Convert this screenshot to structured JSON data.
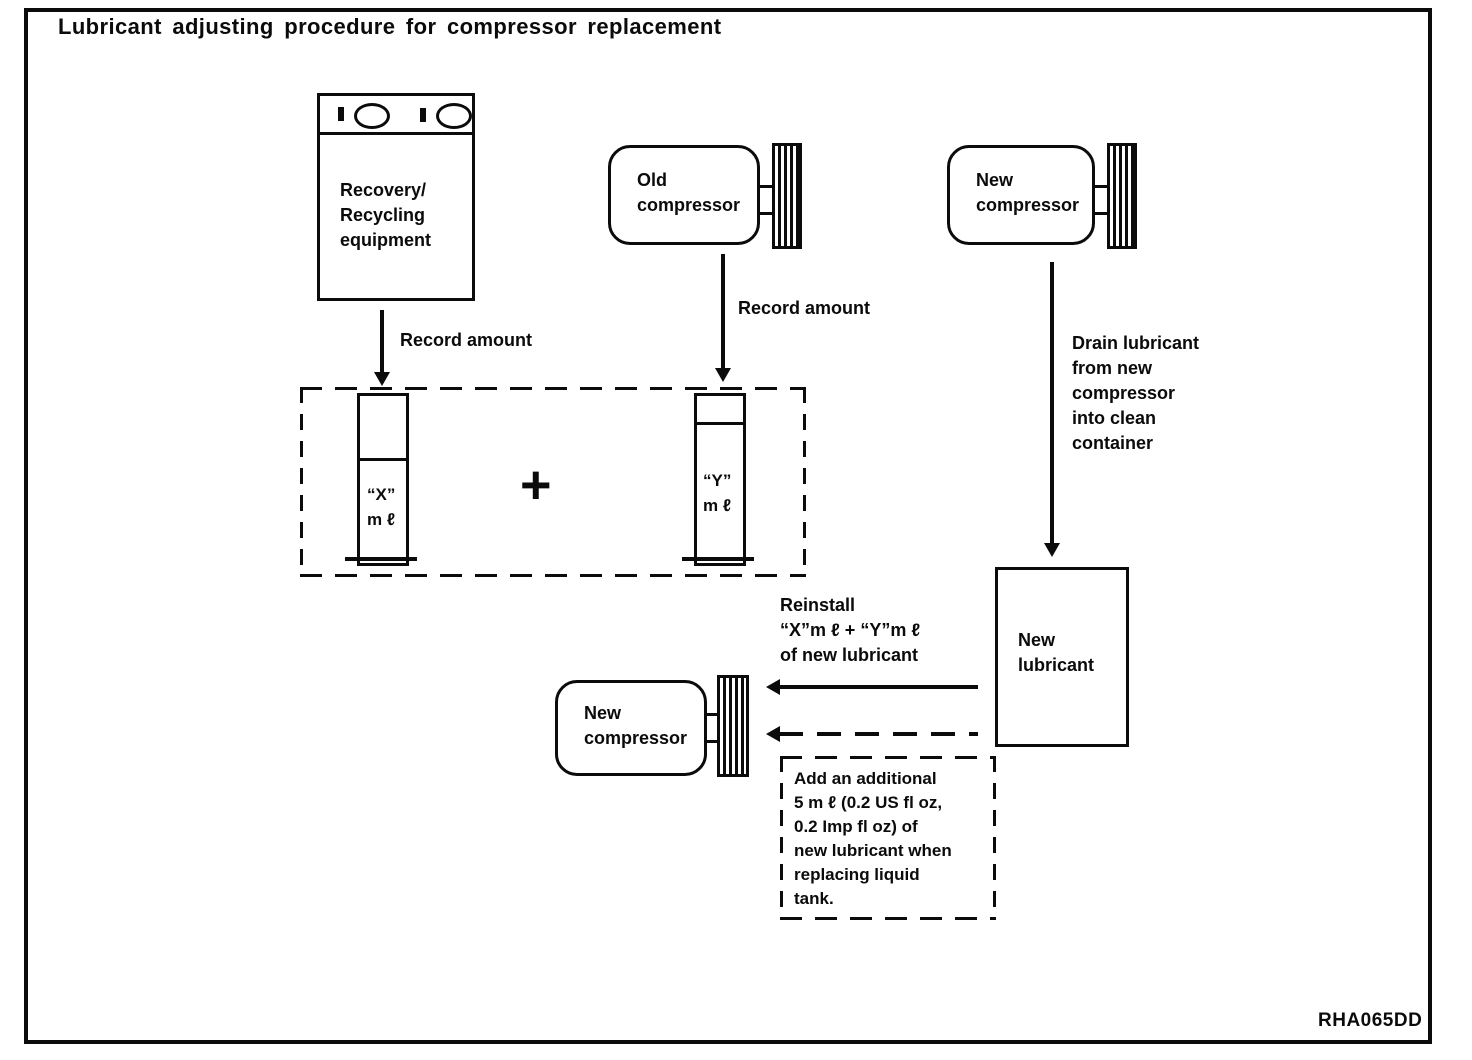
{
  "title": "Lubricant adjusting procedure for compressor replacement",
  "figure_code": "RHA065DD",
  "colors": {
    "ink": "#0b0b0b",
    "paper": "#ffffff"
  },
  "nodes": {
    "recovery_equipment": {
      "lines": [
        "Recovery/",
        "Recycling",
        "equipment"
      ]
    },
    "old_compressor": {
      "lines": [
        "Old",
        "compressor"
      ]
    },
    "new_compressor_top": {
      "lines": [
        "New",
        "compressor"
      ]
    },
    "new_lubricant": {
      "lines": [
        "New",
        "lubricant"
      ]
    },
    "new_compressor_bottom": {
      "lines": [
        "New",
        "compressor"
      ]
    },
    "cylinder_x": {
      "amount": "“X”",
      "unit": "m ℓ"
    },
    "cylinder_y": {
      "amount": "“Y”",
      "unit": "m ℓ"
    },
    "plus": "+"
  },
  "labels": {
    "record_amount_left": "Record amount",
    "record_amount_mid": "Record amount",
    "drain": {
      "lines": [
        "Drain lubricant",
        "from new",
        "compressor",
        "into clean",
        "container"
      ]
    },
    "reinstall": {
      "lines": [
        "Reinstall",
        "“X”m ℓ  +  “Y”m ℓ",
        "of new lubricant"
      ]
    },
    "note": {
      "lines": [
        "Add an additional",
        "5 m ℓ  (0.2 US fl oz,",
        "0.2 Imp fl oz) of",
        "new lubricant when",
        "replacing liquid",
        "tank."
      ]
    }
  }
}
